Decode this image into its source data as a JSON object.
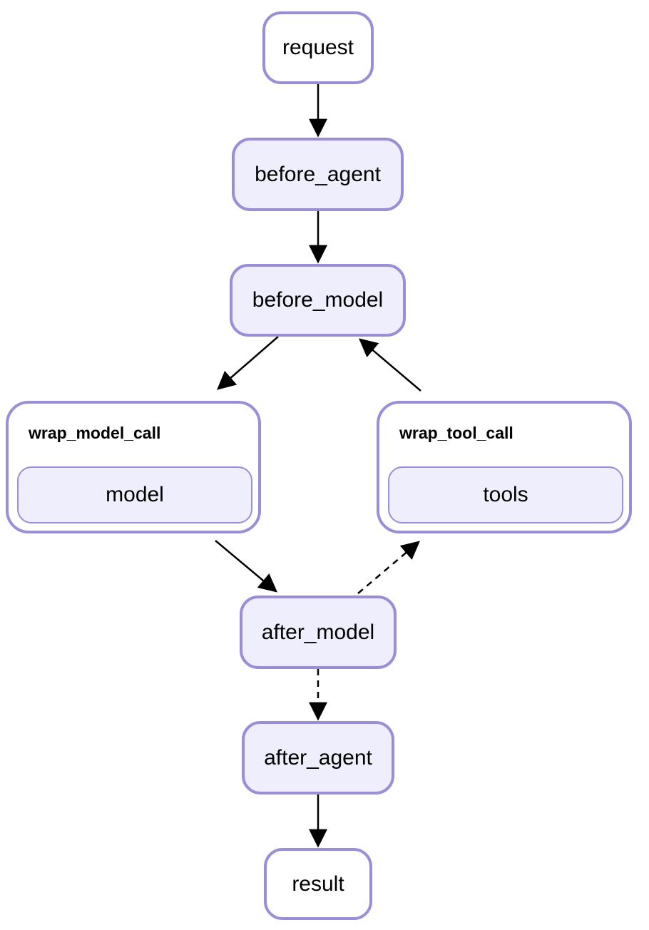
{
  "diagram": {
    "nodes": {
      "request": "request",
      "before_agent": "before_agent",
      "before_model": "before_model",
      "after_model": "after_model",
      "after_agent": "after_agent",
      "result": "result"
    },
    "groups": {
      "wrap_model_call": {
        "title": "wrap_model_call",
        "inner": "model"
      },
      "wrap_tool_call": {
        "title": "wrap_tool_call",
        "inner": "tools"
      }
    },
    "edges": [
      {
        "from": "request",
        "to": "before_agent",
        "style": "solid"
      },
      {
        "from": "before_agent",
        "to": "before_model",
        "style": "solid"
      },
      {
        "from": "before_model",
        "to": "wrap_model_call",
        "style": "solid"
      },
      {
        "from": "wrap_tool_call",
        "to": "before_model",
        "style": "solid"
      },
      {
        "from": "wrap_model_call",
        "to": "after_model",
        "style": "solid"
      },
      {
        "from": "after_model",
        "to": "wrap_tool_call",
        "style": "dashed"
      },
      {
        "from": "after_model",
        "to": "after_agent",
        "style": "dashed"
      },
      {
        "from": "after_agent",
        "to": "result",
        "style": "solid"
      }
    ],
    "colors": {
      "border": "#9b8ed6",
      "fill": "#eeeefc",
      "arrow": "#000000"
    }
  }
}
